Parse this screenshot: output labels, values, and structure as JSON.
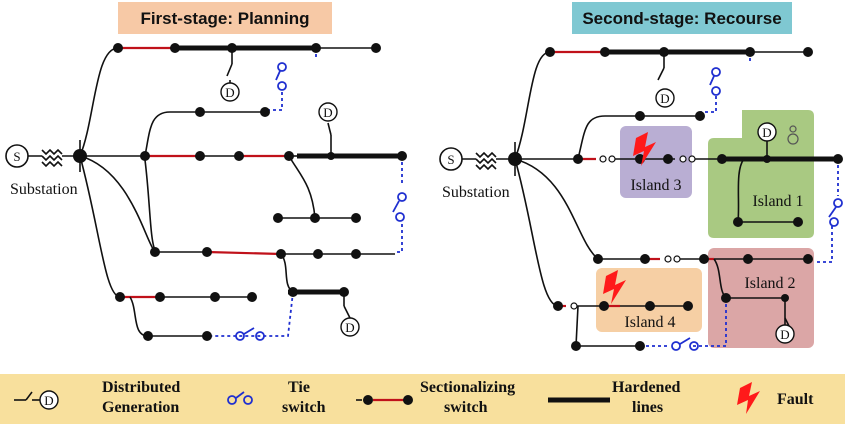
{
  "panels": {
    "planning": {
      "title": "First-stage: Planning",
      "title_bg": "#f7c9a6",
      "substation_label": "Substation"
    },
    "recourse": {
      "title": "Second-stage: Recourse",
      "title_bg": "#7fc8d2",
      "substation_label": "Substation"
    }
  },
  "islands": [
    {
      "label": "Island 1",
      "color": "#a9c982"
    },
    {
      "label": "Island 2",
      "color": "#dba6a6"
    },
    {
      "label": "Island 3",
      "color": "#b9aed3"
    },
    {
      "label": "Island 4",
      "color": "#f6cfa4"
    }
  ],
  "dg_letter": "D",
  "source_letter": "S",
  "legend": {
    "bg": "#f8e09d",
    "items": [
      {
        "icon": "distributed-generation-icon",
        "label_line1": "Distributed",
        "label_line2": "Generation"
      },
      {
        "icon": "tie-switch-icon",
        "label_line1": "Tie",
        "label_line2": "switch"
      },
      {
        "icon": "sectionalizing-switch-icon",
        "label_line1": "Sectionalizing",
        "label_line2": "switch"
      },
      {
        "icon": "hardened-line-icon",
        "label_line1": "Hardened",
        "label_line2": "lines"
      },
      {
        "icon": "fault-icon",
        "label_line1": "Fault",
        "label_line2": ""
      }
    ]
  },
  "colors": {
    "sectionalizing": "#c0111a",
    "tie": "#1f2fd0",
    "fault": "#ff1a1a",
    "line": "#111111"
  }
}
